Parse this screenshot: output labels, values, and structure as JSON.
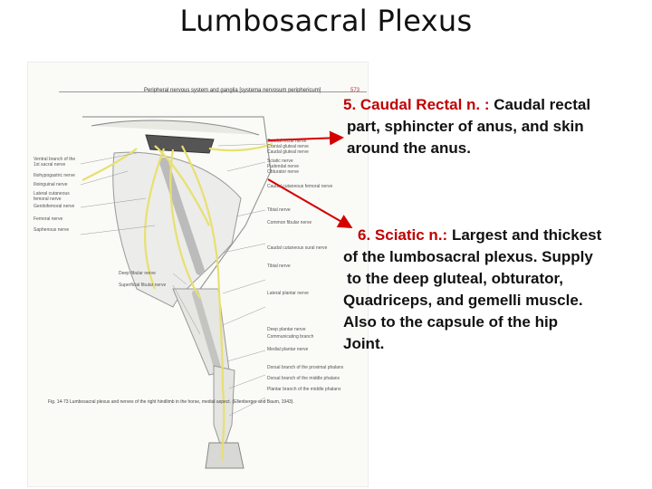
{
  "slide": {
    "title": "Lumbosacral Plexus"
  },
  "figure": {
    "header": "Peripheral nervous system and ganglia  [systema nervosum periphericum]",
    "page_number": "573",
    "caption": "Fig. 14-73  Lumbosacral plexus and nerves of the right hindlimb in the horse, medial aspect. (Ellenberger and Baum, 1943).",
    "left_labels": [
      "Ventral branch of the",
      "1st sacral nerve",
      "Iliohypogastric nerve",
      "Ilioinguinal nerve",
      "Lateral cutaneous",
      "femoral nerve",
      "Genitofemoral nerve",
      "Femoral nerve",
      "Saphenous nerve",
      "Deep fibular nerve",
      "Superficial fibular nerve"
    ],
    "right_labels": [
      "Caudal rectal nerve",
      "Cranial gluteal nerve",
      "Caudal gluteal nerve",
      "Sciatic nerve",
      "Pudendal nerve",
      "Obturator nerve",
      "Caudal cutaneous femoral nerve",
      "Tibial nerve",
      "Common fibular nerve",
      "Caudal cutaneous sural nerve",
      "Tibial nerve",
      "Lateral plantar nerve",
      "Deep plantar nerve",
      "Communicating branch",
      "Medial plantar nerve",
      "Dorsal branch of the proximal phalanx",
      "Dorsal branch of the middle phalanx",
      "Plantar branch of the middle phalanx"
    ]
  },
  "annotations": {
    "caudal_rectal": {
      "heading": "5. Caudal Rectal n. :",
      "lines": [
        "Caudal rectal",
        "part, sphincter of anus, and skin",
        "around the anus."
      ]
    },
    "sciatic": {
      "heading": "6. Sciatic n.:",
      "lines": [
        "Largest and thickest",
        "of the lumbosacral plexus. Supply",
        "to the deep gluteal, obturator,",
        "Quadriceps, and gemelli muscle.",
        "Also to the capsule of the hip",
        "Joint."
      ]
    }
  },
  "colors": {
    "arrow": "#d40000",
    "nerve": "#e8e070",
    "heading": "#c00000"
  }
}
